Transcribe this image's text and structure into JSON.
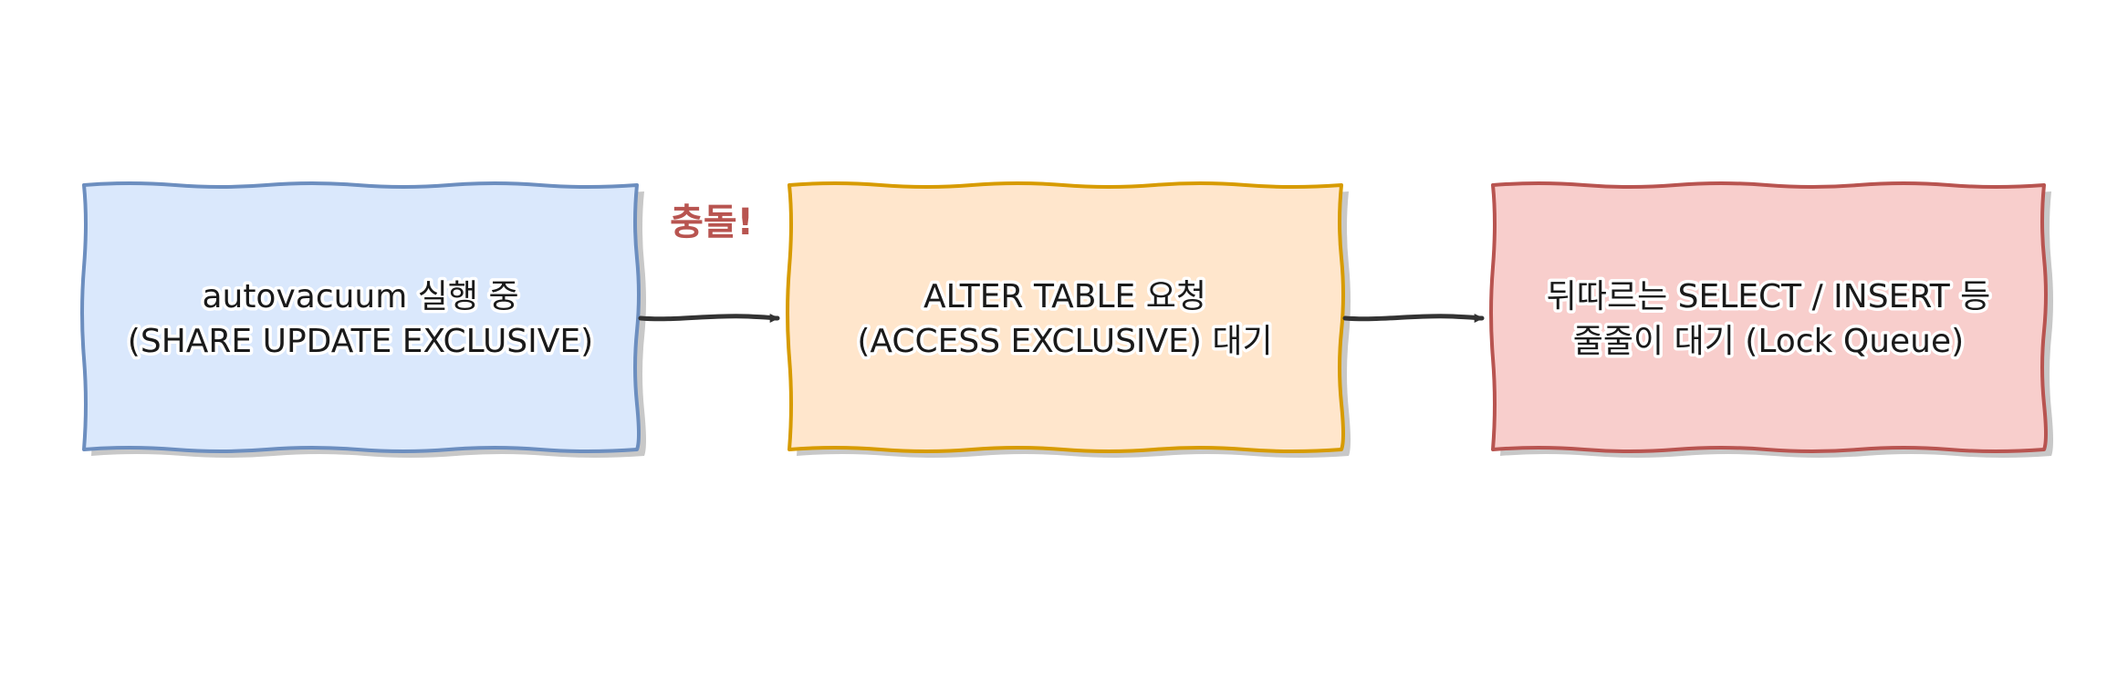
{
  "nodes": [
    {
      "id": "autovacuum",
      "lines": [
        "autovacuum 실행 중",
        "(SHARE UPDATE EXCLUSIVE)"
      ],
      "fill": "#dae8fc",
      "stroke": "#6c8ebf"
    },
    {
      "id": "alter-table",
      "lines": [
        "ALTER TABLE 요청",
        "(ACCESS EXCLUSIVE) 대기"
      ],
      "fill": "#ffe6cc",
      "stroke": "#d79b00"
    },
    {
      "id": "queue",
      "lines": [
        "뒤따르는 SELECT / INSERT 등",
        "줄줄이 대기 (Lock Queue)"
      ],
      "fill": "#f8cecc",
      "stroke": "#b85450"
    }
  ],
  "edges": [
    {
      "from": "autovacuum",
      "to": "alter-table",
      "label": "충돌!"
    },
    {
      "from": "alter-table",
      "to": "queue",
      "label": ""
    }
  ],
  "colors": {
    "arrow": "#333333",
    "shadow": "#c8c8c8",
    "conflict_label": "#b85450"
  }
}
